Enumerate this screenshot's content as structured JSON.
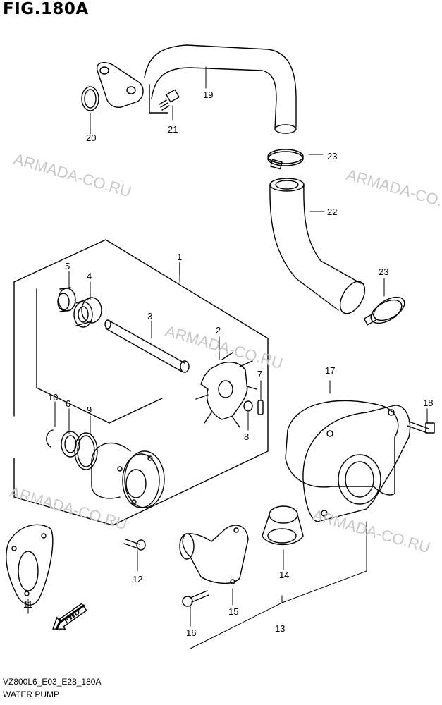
{
  "figure": {
    "title": "FIG.180A"
  },
  "footer": {
    "code": "VZ800L6_E03_E28_180A",
    "name": "WATER PUMP"
  },
  "watermark": "ARMADA-CO.RU",
  "fwd_label": "FWD",
  "callouts": [
    "1",
    "2",
    "3",
    "4",
    "5",
    "6",
    "7",
    "8",
    "9",
    "10",
    "11",
    "12",
    "13",
    "14",
    "15",
    "16",
    "17",
    "18",
    "19",
    "20",
    "21",
    "22",
    "23",
    "23"
  ]
}
